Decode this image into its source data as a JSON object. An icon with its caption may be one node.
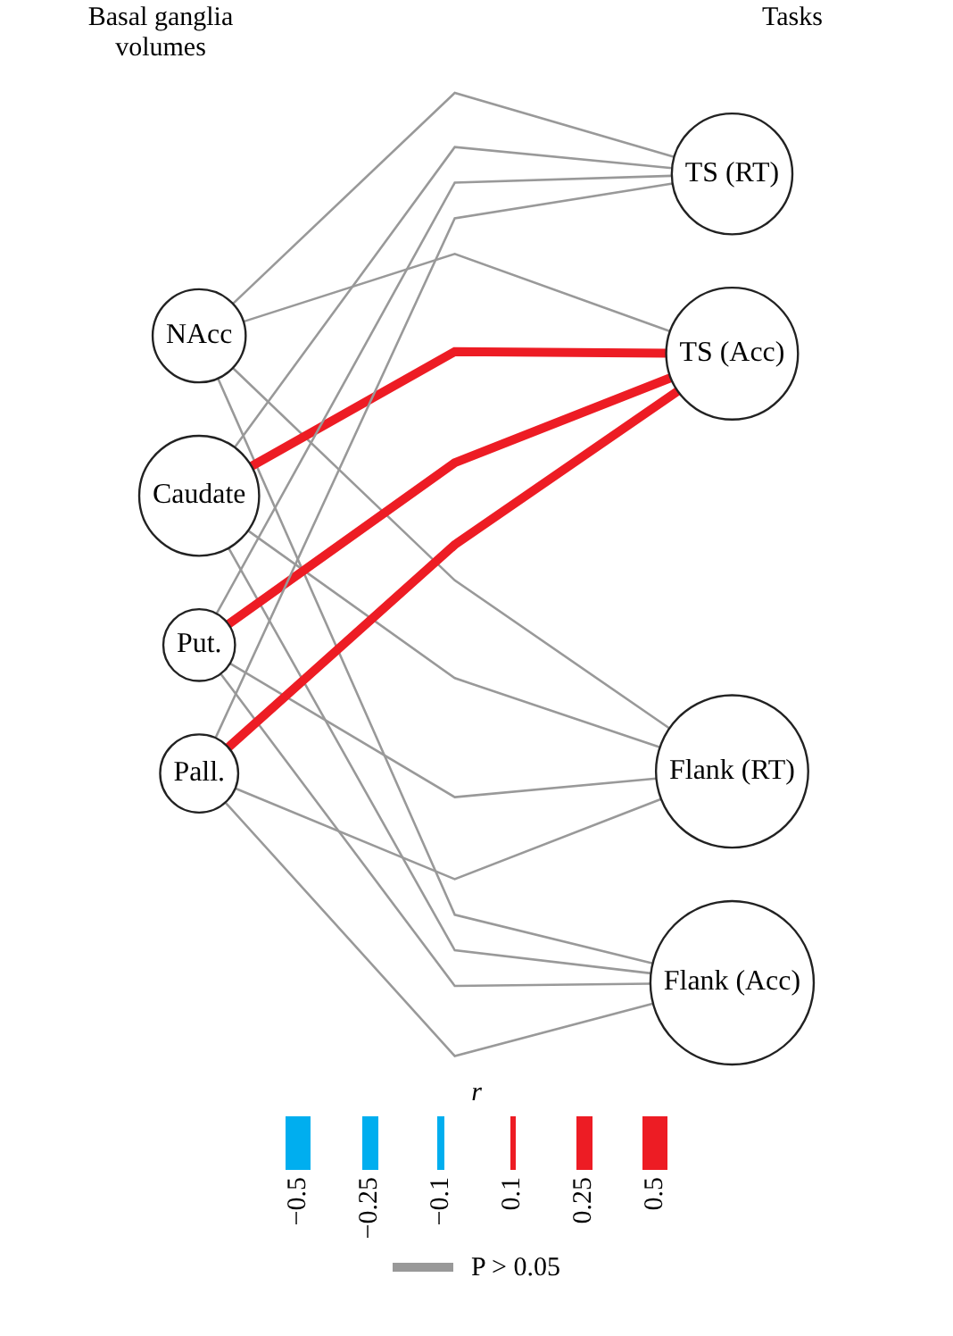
{
  "diagram": {
    "nodes": [
      {
        "text": [
          "NAcc"
        ]
      },
      {
        "text": [
          "Caudate"
        ]
      },
      {
        "text": [
          "Put."
        ]
      },
      {
        "text": [
          "Pall."
        ]
      },
      {
        "text": [
          "TS (RT)"
        ]
      },
      {
        "text": [
          "TS (Acc)"
        ]
      },
      {
        "text": [
          "Flank (RT)"
        ]
      },
      {
        "text": [
          "Flank (Acc)"
        ]
      }
    ],
    "edges": [
      {
        "from": 0,
        "to": 4,
        "arrow": "none"
      },
      {
        "from": 0,
        "to": 5,
        "arrow": "none"
      },
      {
        "from": 0,
        "to": 6,
        "arrow": "none"
      },
      {
        "from": 0,
        "to": 7,
        "arrow": "none"
      },
      {
        "from": 1,
        "to": 4,
        "arrow": "none"
      },
      {
        "from": 1,
        "to": 5,
        "arrow": "none",
        "style": "thick",
        "color": "#ed1c24"
      },
      {
        "from": 1,
        "to": 6,
        "arrow": "none"
      },
      {
        "from": 1,
        "to": 7,
        "arrow": "none"
      },
      {
        "from": 2,
        "to": 4,
        "arrow": "none"
      },
      {
        "from": 2,
        "to": 5,
        "arrow": "none",
        "style": "thick",
        "color": "#ed1c24"
      },
      {
        "from": 2,
        "to": 6,
        "arrow": "none"
      },
      {
        "from": 2,
        "to": 7,
        "arrow": "none"
      },
      {
        "from": 3,
        "to": 4,
        "arrow": "none"
      },
      {
        "from": 3,
        "to": 5,
        "arrow": "none",
        "style": "thick",
        "color": "#ed1c24"
      },
      {
        "from": 3,
        "to": 6,
        "arrow": "none"
      },
      {
        "from": 3,
        "to": 7,
        "arrow": "none"
      }
    ],
    "labels": [
      "Basal ganglia volumes",
      "Tasks",
      "r"
    ],
    "legend": [
      {
        "text": "−0.5",
        "color": "#00aeef"
      },
      {
        "text": "−0.25",
        "color": "#00aeef"
      },
      {
        "text": "−0.1",
        "color": "#00aeef"
      },
      {
        "text": "0.1",
        "color": "#ed1c24"
      },
      {
        "text": "0.25",
        "color": "#ed1c24"
      },
      {
        "text": "0.5",
        "color": "#ed1c24"
      },
      {
        "text": "P > 0.05"
      }
    ]
  }
}
